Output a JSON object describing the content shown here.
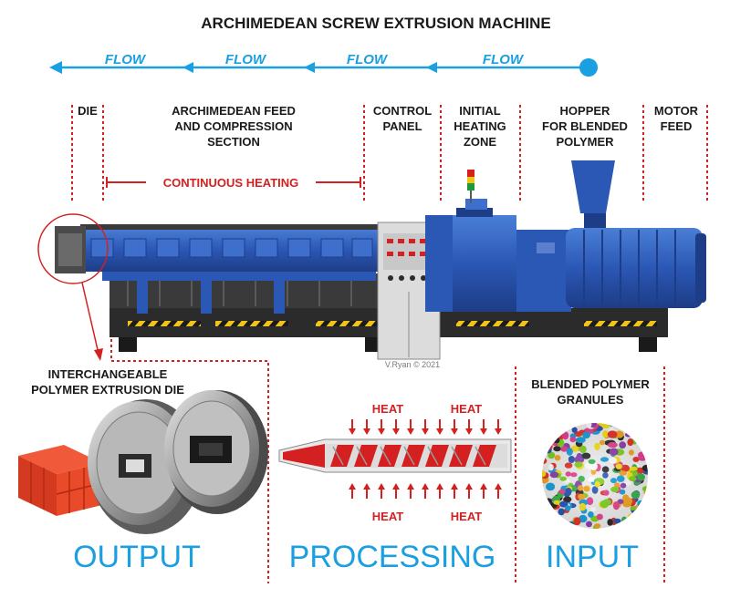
{
  "title": "ARCHIMEDEAN SCREW EXTRUSION MACHINE",
  "flow_labels": [
    "FLOW",
    "FLOW",
    "FLOW",
    "FLOW"
  ],
  "sections": {
    "die": "DIE",
    "feed_line1": "ARCHIMEDEAN FEED",
    "feed_line2": "AND COMPRESSION",
    "feed_line3": "SECTION",
    "control_line1": "CONTROL",
    "control_line2": "PANEL",
    "heating_line1": "INITIAL",
    "heating_line2": "HEATING",
    "heating_line3": "ZONE",
    "hopper_line1": "HOPPER",
    "hopper_line2": "FOR BLENDED",
    "hopper_line3": "POLYMER",
    "motor_line1": "MOTOR",
    "motor_line2": "FEED"
  },
  "continuous_heating": "CONTINUOUS HEATING",
  "die_label_line1": "INTERCHANGEABLE",
  "die_label_line2": "POLYMER EXTRUSION DIE",
  "granules_line1": "BLENDED POLYMER",
  "granules_line2": "GRANULES",
  "heat_labels": [
    "HEAT",
    "HEAT",
    "HEAT",
    "HEAT"
  ],
  "credit": "V.Ryan © 2021",
  "stages": {
    "output": "OUTPUT",
    "processing": "PROCESSING",
    "input": "INPUT"
  },
  "colors": {
    "flow": "#1a9fe0",
    "stage": "#1a9fe0",
    "guide": "#d42020",
    "machine": "#2b57b5",
    "frame": "#2b2b2b"
  }
}
